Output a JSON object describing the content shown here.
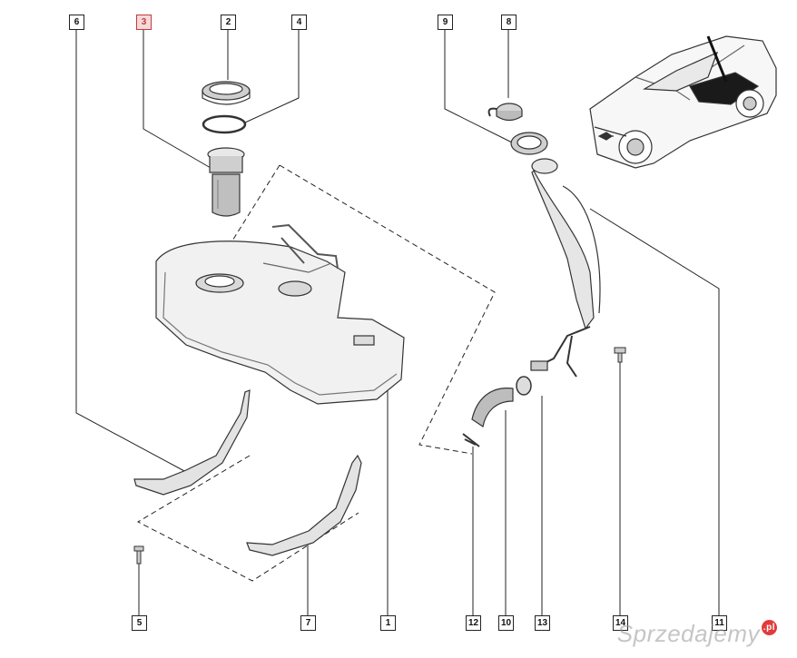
{
  "callouts": [
    {
      "id": "6",
      "label": "6"
    },
    {
      "id": "3",
      "label": "3",
      "highlight": true
    },
    {
      "id": "2",
      "label": "2"
    },
    {
      "id": "4",
      "label": "4"
    },
    {
      "id": "9",
      "label": "9"
    },
    {
      "id": "8",
      "label": "8"
    },
    {
      "id": "5",
      "label": "5"
    },
    {
      "id": "7",
      "label": "7"
    },
    {
      "id": "1",
      "label": "1"
    },
    {
      "id": "12",
      "label": "12"
    },
    {
      "id": "10",
      "label": "10"
    },
    {
      "id": "13",
      "label": "13"
    },
    {
      "id": "14",
      "label": "14"
    },
    {
      "id": "11",
      "label": "11"
    }
  ],
  "watermark": {
    "text": "Sprzedajemy",
    "suffix": ".pl"
  },
  "colors": {
    "line": "#222222",
    "highlight": "#c23b3b",
    "part_fill": "#f1f1f1",
    "part_shade": "#cfcfcf"
  }
}
